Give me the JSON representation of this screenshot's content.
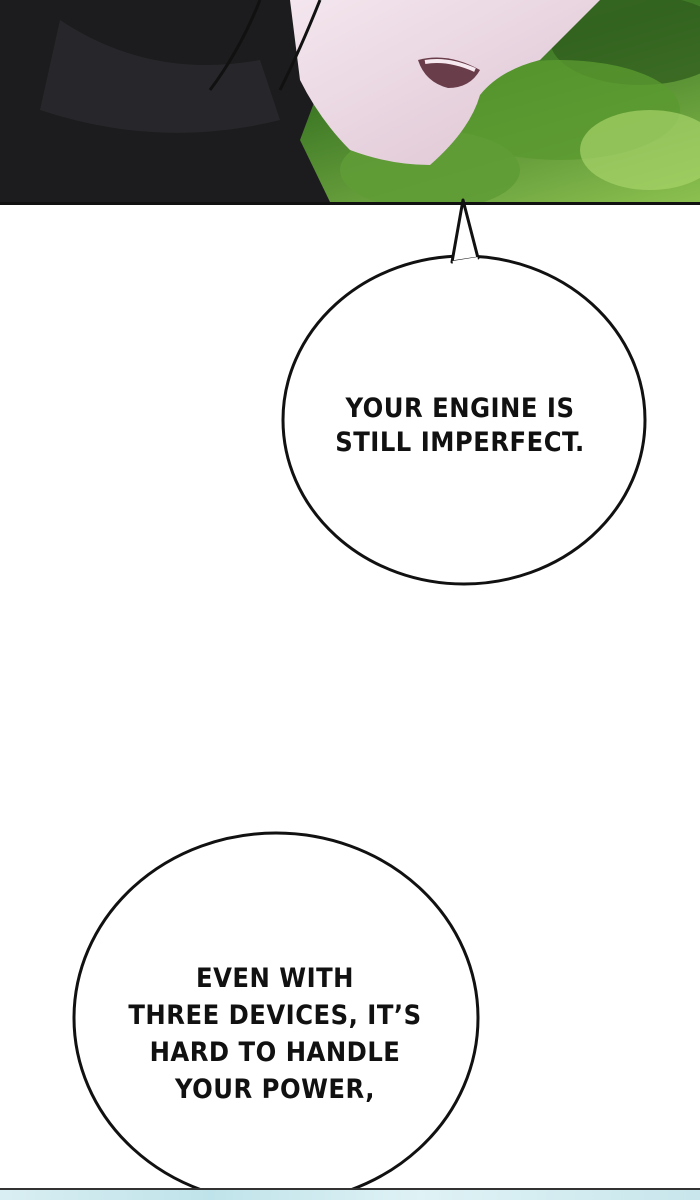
{
  "panels": {
    "top": {
      "colors": {
        "foliage": "#4f8a2e",
        "foliage_dark": "#2f5a1e",
        "clothing": "#1c1c1e",
        "skin": "#efdde6"
      }
    },
    "bottom": {
      "colors": {
        "sky": "#cfe9ee"
      }
    }
  },
  "bubbles": [
    {
      "lines": [
        "YOUR ENGINE IS",
        "STILL IMPERFECT."
      ]
    },
    {
      "lines": [
        "EVEN WITH",
        "THREE DEVICES, IT’S",
        "HARD TO HANDLE",
        "YOUR POWER,"
      ]
    }
  ]
}
